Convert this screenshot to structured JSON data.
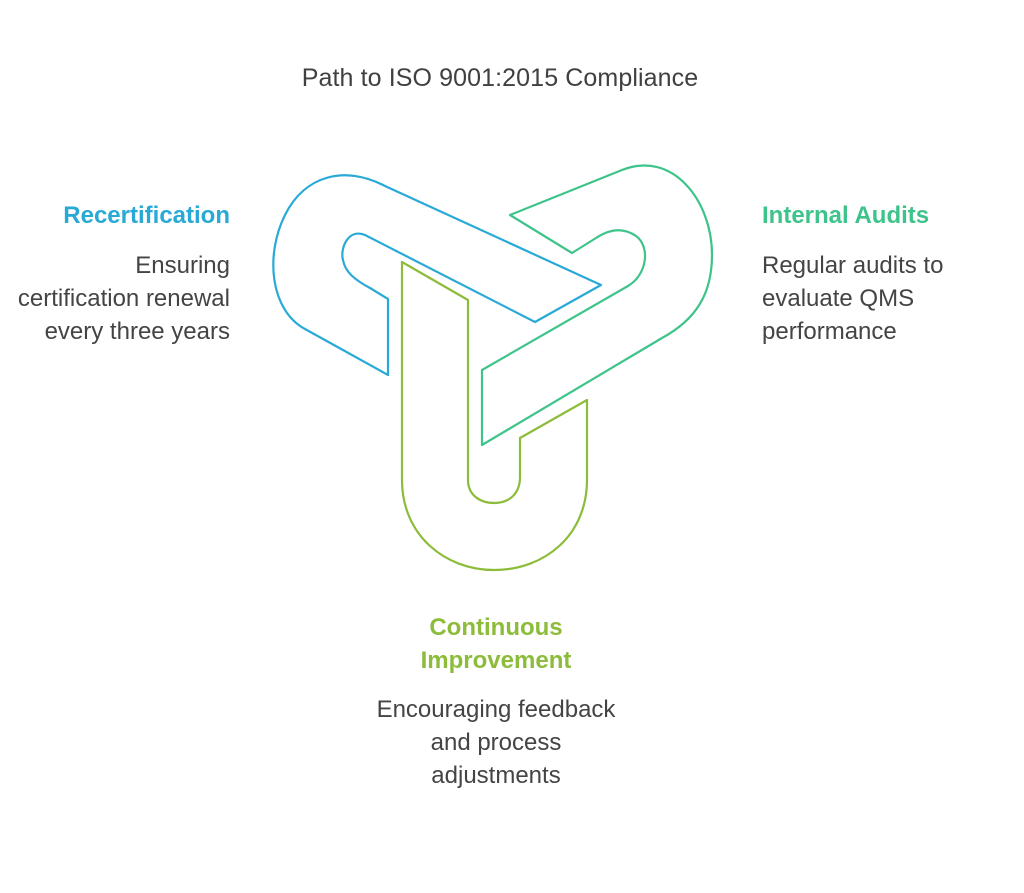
{
  "title": "Path to ISO 9001:2015 Compliance",
  "colors": {
    "recertification": "#29a9d6",
    "internal_audits": "#3ec48a",
    "continuous_improvement": "#8cbc3a"
  },
  "stages": {
    "recertification": {
      "heading": "Recertification",
      "text": "Ensuring certification renewal every three years"
    },
    "internal_audits": {
      "heading": "Internal Audits",
      "text": "Regular audits to evaluate QMS performance"
    },
    "continuous_improvement": {
      "heading": "Continuous Improvement",
      "text": "Encouraging feedback and process adjustments"
    }
  }
}
